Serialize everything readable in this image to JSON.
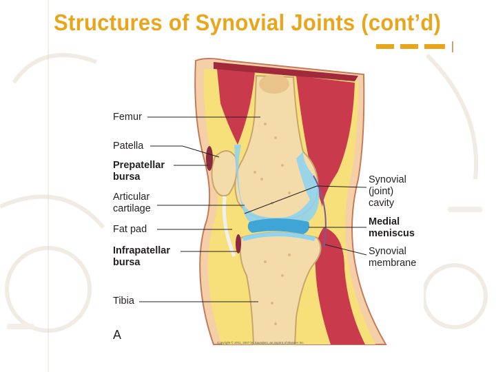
{
  "slide": {
    "title": "Structures of Synovial Joints (cont’d)",
    "accent_color": "#e8a61c"
  },
  "figure": {
    "panel_letter": "A",
    "copyright": "Copyright © 2011, 2007 by Saunders, an imprint of Elsevier Inc.",
    "labels_left": {
      "femur": "Femur",
      "patella": "Patella",
      "prepatellar_bursa_1": "Prepatellar",
      "prepatellar_bursa_2": "bursa",
      "articular_cartilage_1": "Articular",
      "articular_cartilage_2": "cartilage",
      "fat_pad": "Fat pad",
      "infrapatellar_bursa_1": "Infrapatellar",
      "infrapatellar_bursa_2": "bursa",
      "tibia": "Tibia"
    },
    "labels_right": {
      "synovial_cavity_1": "Synovial",
      "synovial_cavity_2": "(joint)",
      "synovial_cavity_3": "cavity",
      "medial_meniscus_1": "Medial",
      "medial_meniscus_2": "meniscus",
      "synovial_membrane_1": "Synovial",
      "synovial_membrane_2": "membrane"
    },
    "colors": {
      "skin": "#f5cfa8",
      "fat": "#f7e07a",
      "muscle": "#c93a4c",
      "bone": "#f3dcaa",
      "cartilage": "#8fd3ee",
      "meniscus": "#3fa4d6",
      "bursa": "#8b2a3e"
    }
  }
}
